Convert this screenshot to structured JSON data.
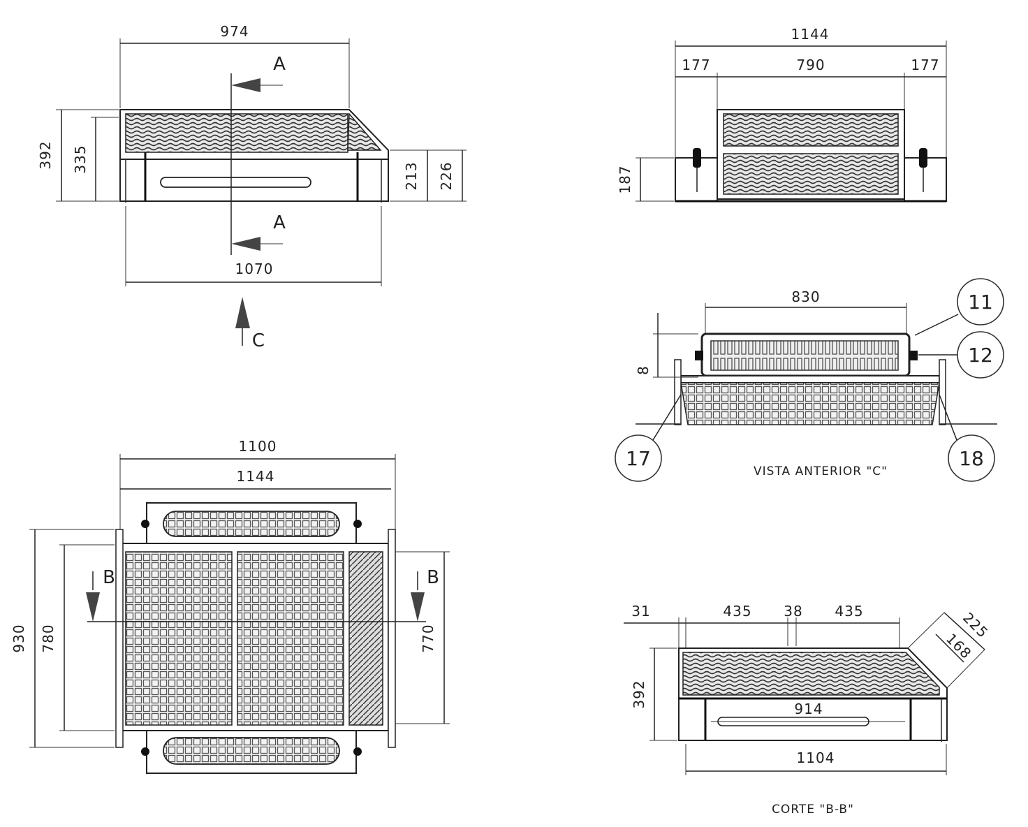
{
  "views": {
    "front": {
      "width_top": "974",
      "height_total": "392",
      "height_inner": "335",
      "height_right_a": "213",
      "height_right_b": "226",
      "width_bottom": "1070",
      "section_marker": "A",
      "view_marker": "C"
    },
    "side_top": {
      "width_total": "1144",
      "left_offset": "177",
      "center": "790",
      "right_offset": "177",
      "height": "187"
    },
    "plan": {
      "width_outer": "1100",
      "width_inner": "1144",
      "height_outer": "930",
      "height_inner": "780",
      "height_right": "770",
      "section_marker": "B"
    },
    "view_c": {
      "width": "830",
      "height": "8",
      "caption": "VISTA ANTERIOR \"C\"",
      "callouts": [
        "11",
        "12",
        "17",
        "18"
      ]
    },
    "section_bb": {
      "left": "31",
      "seg_left": "435",
      "seg_mid": "38",
      "seg_right": "435",
      "diag_outer": "225",
      "diag_inner": "168",
      "height": "392",
      "inner": "914",
      "width": "1104",
      "caption": "CORTE \"B-B\""
    }
  },
  "colors": {
    "line": "#222222",
    "paper": "#ffffff",
    "coil": "#555555"
  }
}
